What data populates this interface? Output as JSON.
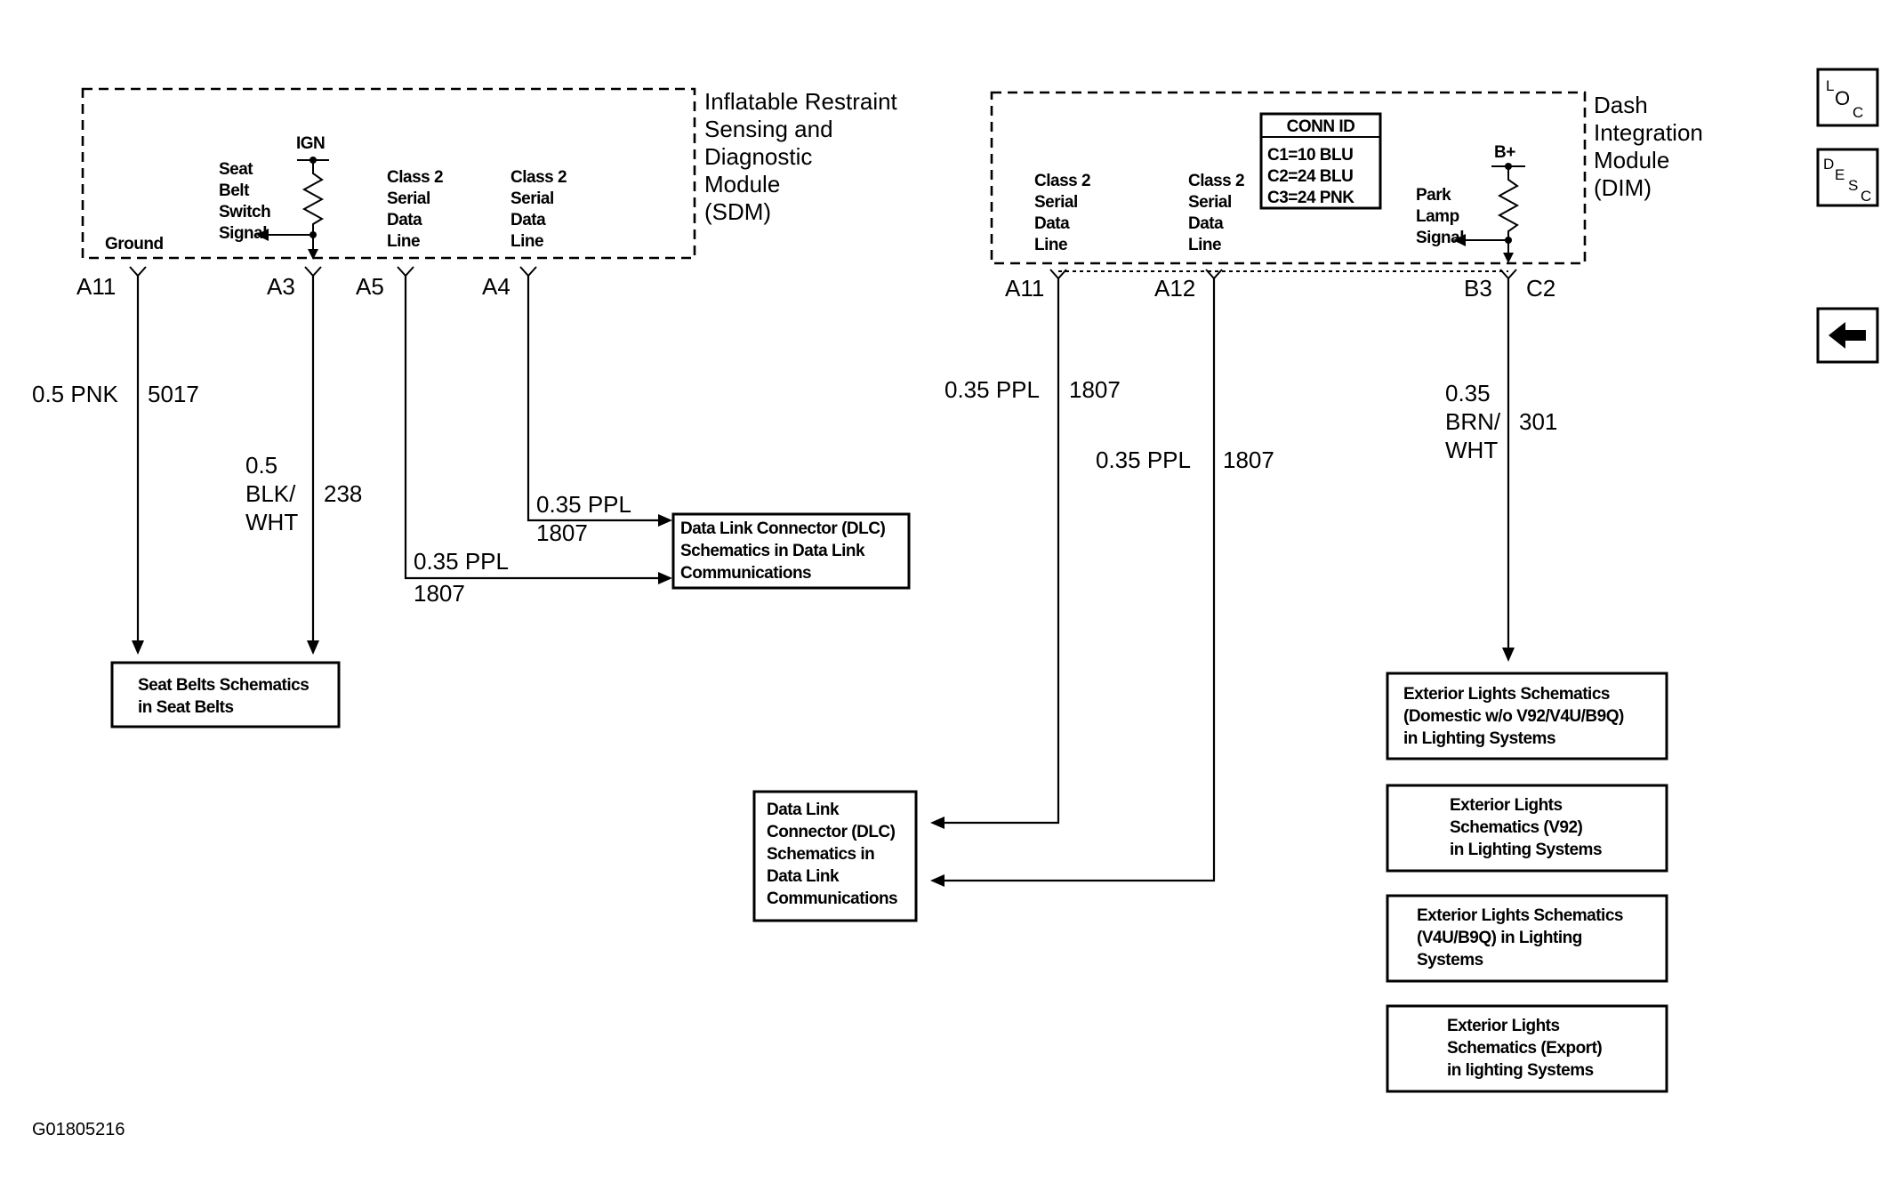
{
  "sdm": {
    "title": [
      "Inflatable Restraint",
      "Sensing and",
      "Diagnostic",
      "Module",
      "(SDM)"
    ],
    "ground_label": "Ground",
    "seatbelt_label": [
      "Seat",
      "Belt",
      "Switch",
      "Signal"
    ],
    "ign_label": "IGN",
    "class2_a5_label": [
      "Class 2",
      "Serial",
      "Data",
      "Line"
    ],
    "class2_a4_label": [
      "Class 2",
      "Serial",
      "Data",
      "Line"
    ],
    "pins": [
      "A11",
      "A3",
      "A5",
      "A4"
    ]
  },
  "sdm_wires": {
    "a11": {
      "gauge": "0.5 PNK",
      "circuit": "5017"
    },
    "a3": {
      "gauge": [
        "0.5",
        "BLK/",
        "WHT"
      ],
      "circuit": "238"
    },
    "a4": {
      "gauge": "0.35 PPL",
      "circuit": "1807"
    },
    "a5": {
      "gauge": "0.35 PPL",
      "circuit": "1807"
    }
  },
  "dim": {
    "title": [
      "Dash",
      "Integration",
      "Module",
      "(DIM)"
    ],
    "conn_id": {
      "header": "CONN ID",
      "lines": [
        "C1=10 BLU",
        "C2=24 BLU",
        "C3=24 PNK"
      ]
    },
    "class2_a11_label": [
      "Class 2",
      "Serial",
      "Data",
      "Line"
    ],
    "class2_a12_label": [
      "Class 2",
      "Serial",
      "Data",
      "Line"
    ],
    "park_label": [
      "Park",
      "Lamp",
      "Signal"
    ],
    "bplus_label": "B+",
    "pins": [
      "A11",
      "A12",
      "B3",
      "C2"
    ]
  },
  "dim_wires": {
    "a11": {
      "gauge": "0.35 PPL",
      "circuit": "1807"
    },
    "a12": {
      "gauge": "0.35 PPL",
      "circuit": "1807"
    },
    "b3": {
      "gauge": [
        "0.35",
        "BRN/",
        "WHT"
      ],
      "circuit": "301"
    }
  },
  "refs": {
    "dlc_sdm": [
      "Data Link Connector (DLC)",
      "Schematics in Data Link",
      "Communications"
    ],
    "seatbelts": [
      "Seat Belts Schematics",
      "in Seat Belts"
    ],
    "dlc_dim": [
      "Data Link",
      "Connector (DLC)",
      "Schematics in",
      "Data Link",
      "Communications"
    ],
    "ext1": [
      "Exterior Lights Schematics",
      "(Domestic w/o V92/V4U/B9Q)",
      "in Lighting Systems"
    ],
    "ext2": [
      "Exterior Lights",
      "Schematics (V92)",
      "in Lighting Systems"
    ],
    "ext3": [
      "Exterior Lights Schematics",
      "(V4U/B9Q) in Lighting",
      "Systems"
    ],
    "ext4": [
      "Exterior Lights",
      "Schematics (Export)",
      "in lighting Systems"
    ]
  },
  "nav": {
    "loc": {
      "big": "L",
      "o": "O",
      "c": "C"
    },
    "desc": {
      "big": "D",
      "e": "E",
      "s": "S",
      "c": "C"
    },
    "back_icon": "left-arrow-icon"
  },
  "figure_id": "G01805216"
}
